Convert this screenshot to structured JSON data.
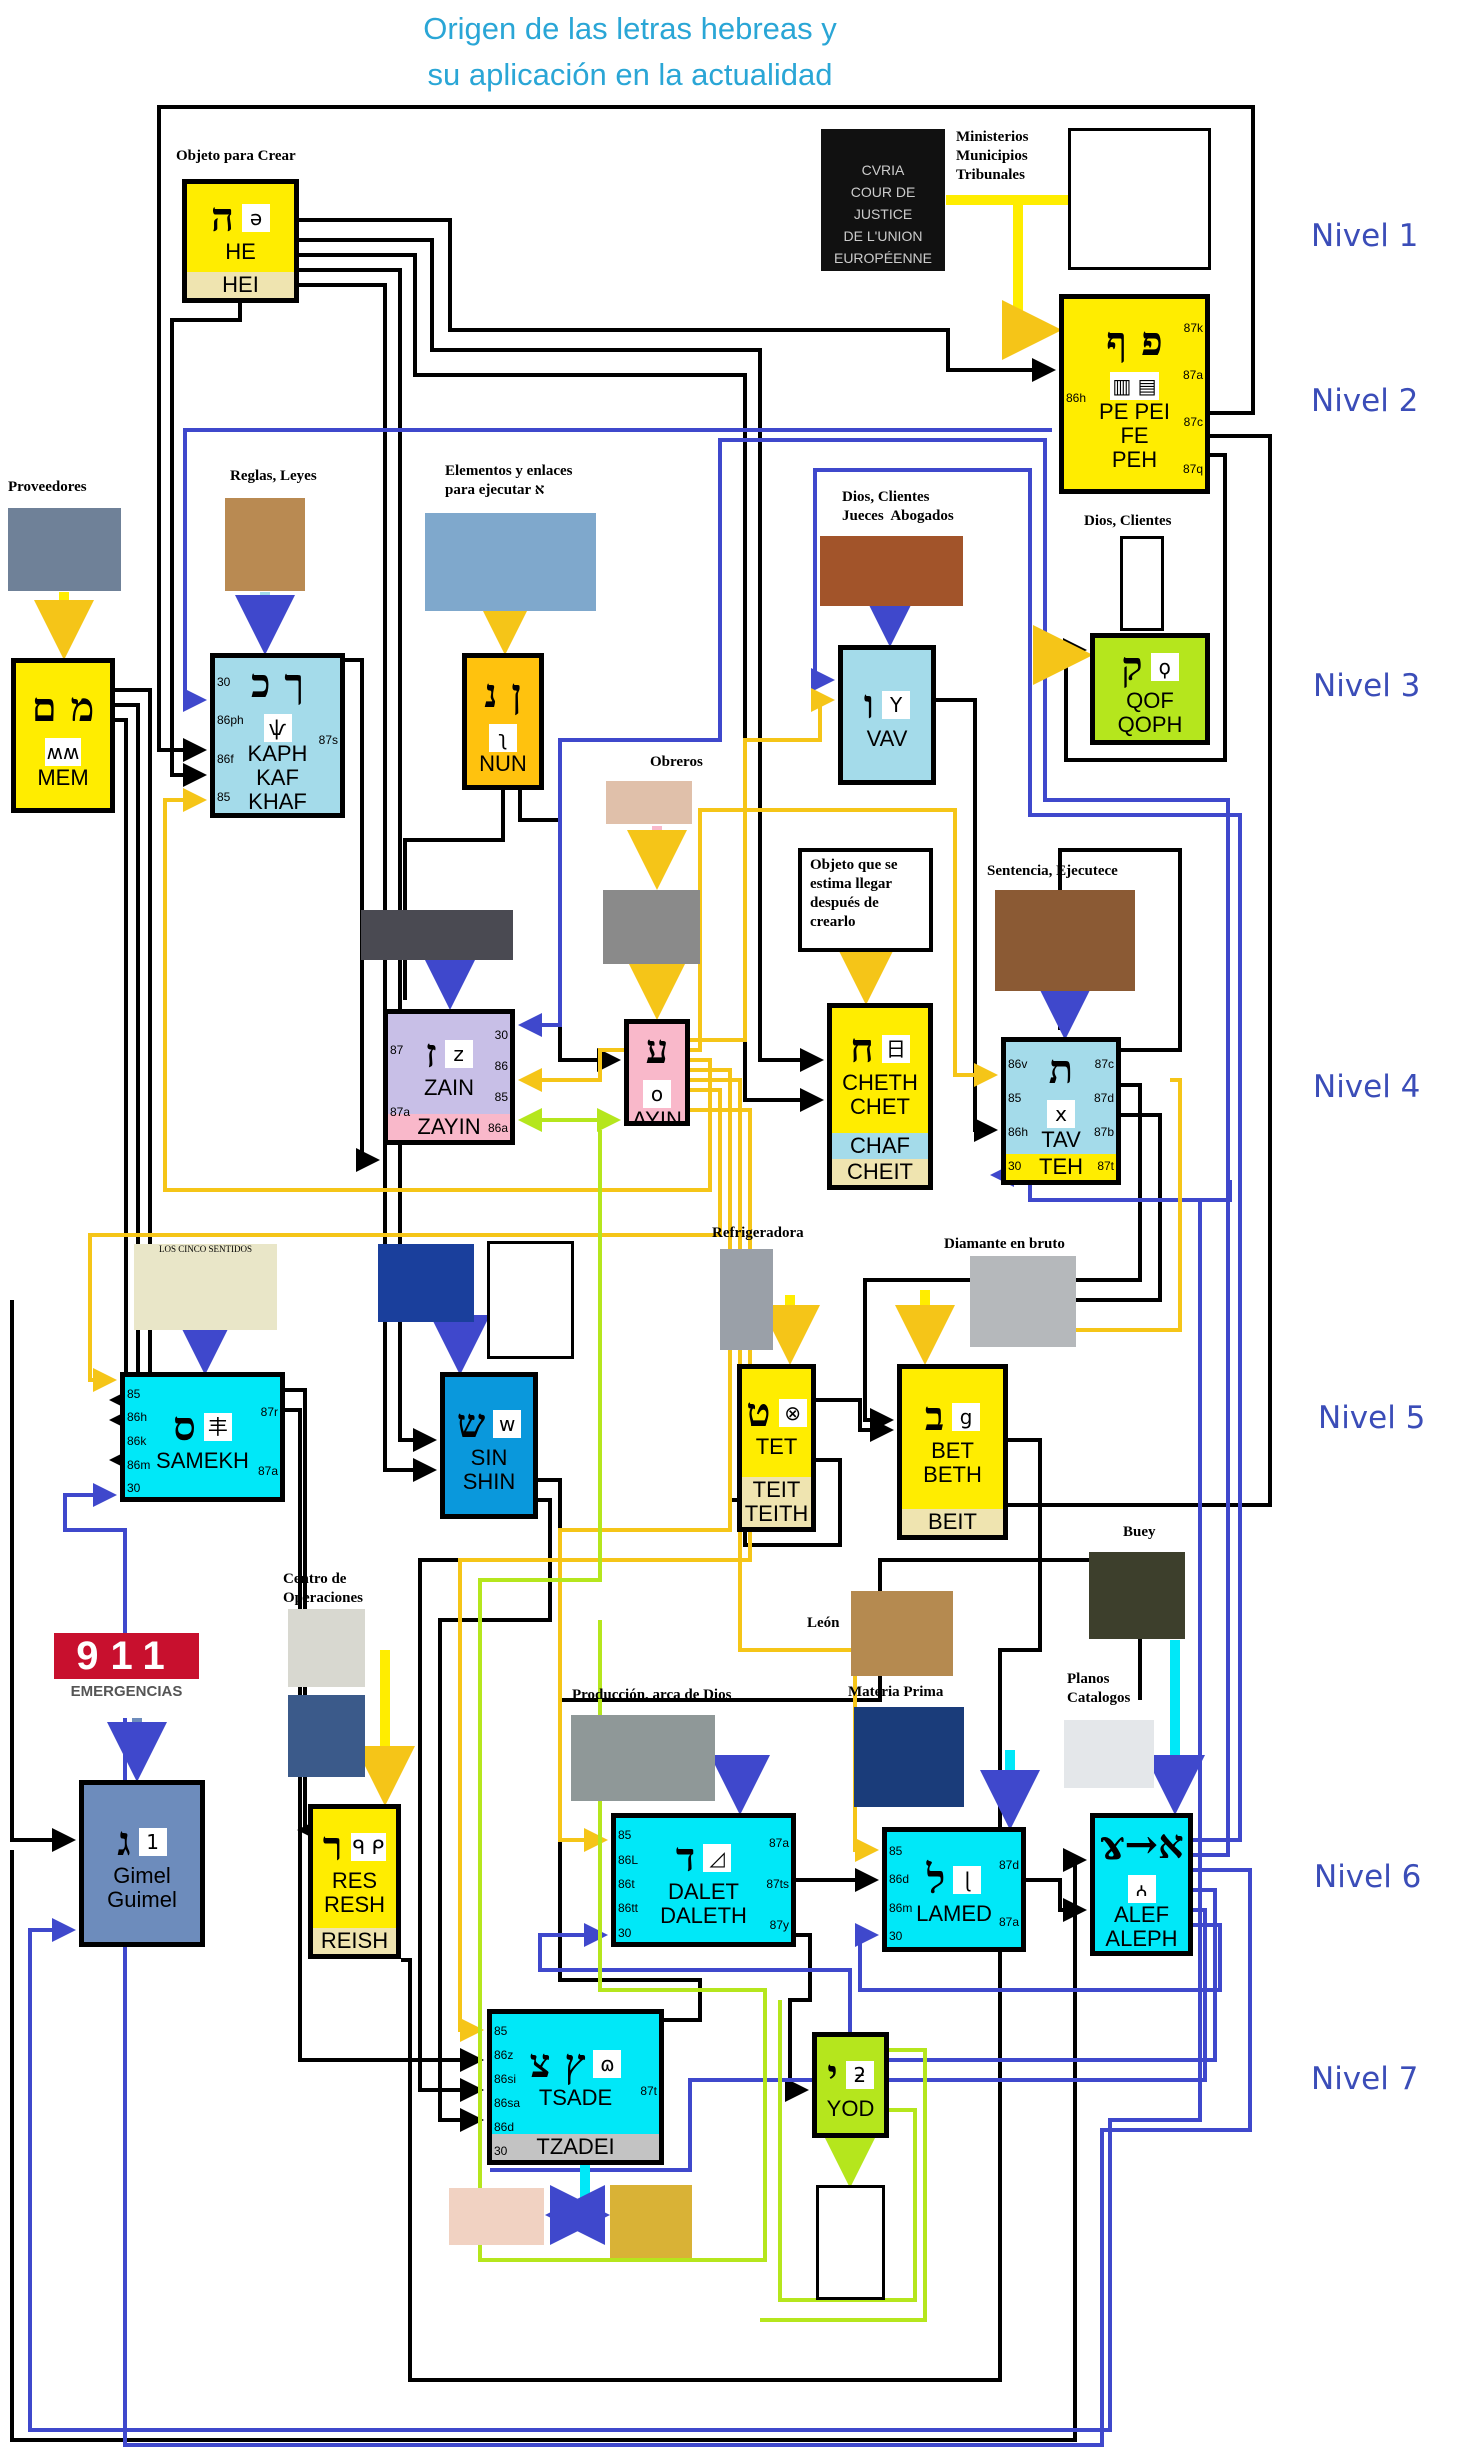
{
  "title": [
    "Origen de las letras hebreas y",
    "su aplicación en la actualidad"
  ],
  "levels": [
    "Nivel 1",
    "Nivel 2",
    "Nivel 3",
    "Nivel 4",
    "Nivel 5",
    "Nivel 6",
    "Nivel 7"
  ],
  "colors": {
    "yellow": "#ffed00",
    "light_blue": "#a4dbea",
    "cyan": "#00e8f8",
    "blue_shin": "#0a98dc",
    "lime": "#b5e61d",
    "lavender": "#c8bfe7",
    "pink": "#f9b8ca",
    "orange": "#ffc20e",
    "steel": "#6d8cbc",
    "beige": "#efe4b0",
    "grey": "#c3c3c3",
    "wire_blue": "#3f48cc",
    "wire_yellow": "#f5c518",
    "wire_green": "#b5e61d"
  },
  "letters": [
    {
      "id": "he",
      "hebrew": "ה",
      "pict": "ǝ",
      "pict_icon": "he-pictograph-icon",
      "color": "#ffed00",
      "names": [
        "HE"
      ],
      "bands": [
        {
          "names": [
            "HEI"
          ],
          "color": "#efe4b0"
        }
      ],
      "ports_left": [],
      "ports_right": []
    },
    {
      "id": "peh",
      "hebrew": "פ ף",
      "pict": "▥ ▤",
      "pict_icon": "barcode-icons",
      "color": "#ffed00",
      "names": [
        "PE PEI  FE",
        "PEH"
      ],
      "bands": [],
      "ports_left": [
        "86h"
      ],
      "ports_right": [
        "87k",
        "87a",
        "87c",
        "87q"
      ]
    },
    {
      "id": "mem",
      "hebrew": "מ ם",
      "pict": "ʍʍ",
      "pict_icon": "water-waves-icon",
      "color": "#ffed00",
      "names": [
        "MEM"
      ],
      "bands": [],
      "ports_left": [],
      "ports_right": []
    },
    {
      "id": "kaph",
      "hebrew": "ך כ",
      "pict": "ѱ",
      "pict_icon": "palm-hand-icon",
      "color": "#a4dbea",
      "names": [
        "KAPH",
        "KAF",
        "KHAF"
      ],
      "bands": [],
      "ports_left": [
        "30",
        "86ph",
        "86f",
        "85"
      ],
      "ports_right": [
        "87s"
      ]
    },
    {
      "id": "nun",
      "hebrew": "ן נ",
      "pict": "ʅ",
      "pict_icon": "seed-sprout-icon",
      "color": "#ffc20e",
      "names": [
        "NUN"
      ],
      "bands": [],
      "ports_left": [],
      "ports_right": []
    },
    {
      "id": "vav",
      "hebrew": "ו",
      "pict": "Y",
      "pict_icon": "hook-icon",
      "color": "#a4dbea",
      "names": [
        "VAV"
      ],
      "bands": [],
      "ports_left": [],
      "ports_right": []
    },
    {
      "id": "qof",
      "hebrew": "ק",
      "pict": "ϙ",
      "pict_icon": "sun-horizon-icon",
      "color": "#b5e61d",
      "names": [
        "QOF",
        "QOPH"
      ],
      "bands": [],
      "ports_left": [],
      "ports_right": []
    },
    {
      "id": "zain",
      "hebrew": "ז",
      "pict": "z",
      "pict_icon": "weapon-icon",
      "color": "#c8bfe7",
      "names": [
        "ZAIN"
      ],
      "bands": [
        {
          "names": [
            "ZAYIN"
          ],
          "color": "#f9b8ca"
        }
      ],
      "ports_left": [
        "87",
        "87a"
      ],
      "ports_right": [
        "30",
        "86",
        "85",
        "86a"
      ]
    },
    {
      "id": "ayin",
      "hebrew": "ע",
      "pict": "o",
      "pict_icon": "eye-icon",
      "color": "#f9b8ca",
      "names": [
        "AYIN"
      ],
      "bands": [],
      "ports_left": [],
      "ports_right": []
    },
    {
      "id": "cheth",
      "hebrew": "ח",
      "pict": "日",
      "pict_icon": "fence-icon",
      "color": "#ffed00",
      "names": [
        "CHETH",
        "CHET"
      ],
      "bands": [
        {
          "names": [
            "CHAF"
          ],
          "color": "#a4dbea"
        },
        {
          "names": [
            "CHEIT"
          ],
          "color": "#efe4b0"
        }
      ],
      "ports_left": [],
      "ports_right": []
    },
    {
      "id": "tav",
      "hebrew": "ת",
      "pict": "x",
      "pict_icon": "cross-mark-icon",
      "color": "#a4dbea",
      "names": [
        "TAV"
      ],
      "bands": [
        {
          "names": [
            "TEH"
          ],
          "color": "#ffed00"
        }
      ],
      "ports_left": [
        "86v",
        "85",
        "86h",
        "30"
      ],
      "ports_right": [
        "87c",
        "87d",
        "87b",
        "87t"
      ]
    },
    {
      "id": "samekh",
      "hebrew": "ס",
      "pict": "丰",
      "pict_icon": "support-pillar-icon",
      "color": "#00e8f8",
      "names": [
        "SAMEKH"
      ],
      "bands": [],
      "ports_left": [
        "85",
        "86h",
        "86k",
        "86m",
        "30"
      ],
      "ports_right": [
        "87r",
        "87a"
      ]
    },
    {
      "id": "shin",
      "hebrew": "ש",
      "pict": "w",
      "pict_icon": "teeth-icon",
      "color": "#0a98dc",
      "names": [
        "SIN",
        "SHIN"
      ],
      "bands": [],
      "ports_left": [],
      "ports_right": []
    },
    {
      "id": "tet",
      "hebrew": "ט",
      "pict": "⊗",
      "pict_icon": "basket-icon",
      "color": "#ffed00",
      "names": [
        "TET"
      ],
      "bands": [
        {
          "names": [
            "TEIT",
            "TEITH"
          ],
          "color": "#efe4b0"
        }
      ],
      "ports_left": [],
      "ports_right": []
    },
    {
      "id": "bet",
      "hebrew": "ב",
      "pict": "ց",
      "pict_icon": "house-icon",
      "color": "#ffed00",
      "names": [
        "BET",
        "BETH"
      ],
      "bands": [
        {
          "names": [
            "BEIT"
          ],
          "color": "#efe4b0"
        }
      ],
      "ports_left": [],
      "ports_right": []
    },
    {
      "id": "gimel",
      "hebrew": "ג",
      "pict": "1",
      "pict_icon": "camel-icon",
      "color": "#6d8cbc",
      "names": [
        "Gimel",
        "Guimel"
      ],
      "bands": [],
      "ports_left": [],
      "ports_right": []
    },
    {
      "id": "resh",
      "hebrew": "ר",
      "pict": "ᑫ ᑭ",
      "pict_icon": "head-icon",
      "color": "#ffed00",
      "names": [
        "RES",
        "RESH"
      ],
      "bands": [
        {
          "names": [
            "REISH"
          ],
          "color": "#efe4b0"
        }
      ],
      "ports_left": [],
      "ports_right": []
    },
    {
      "id": "dalet",
      "hebrew": "ד",
      "pict": "◿",
      "pict_icon": "door-triangle-icon",
      "color": "#00e8f8",
      "names": [
        "DALET",
        "DALETH"
      ],
      "bands": [],
      "ports_left": [
        "85",
        "86L",
        "86t",
        "86tt",
        "30"
      ],
      "ports_right": [
        "87a",
        "87ts",
        "87y"
      ]
    },
    {
      "id": "lamed",
      "hebrew": "ל",
      "pict": "ɭ",
      "pict_icon": "staff-icon",
      "color": "#00e8f8",
      "names": [
        "LAMED"
      ],
      "bands": [],
      "ports_left": [
        "85",
        "86d",
        "86m",
        "30"
      ],
      "ports_right": [
        "87d",
        "87a"
      ]
    },
    {
      "id": "alef",
      "hebrew": "ɤ→א",
      "pict": "ꭅ",
      "pict_icon": "ox-head-icon",
      "color": "#00e8f8",
      "names": [
        "ALEF",
        "ALEPH"
      ],
      "bands": [],
      "ports_left": [],
      "ports_right": []
    },
    {
      "id": "tsade",
      "hebrew": "ץ צ",
      "pict": "ɷ",
      "pict_icon": "fish-hook-icon",
      "color": "#00e8f8",
      "names": [
        "TSADE"
      ],
      "bands": [
        {
          "names": [
            "TZADEI"
          ],
          "color": "#c3c3c3"
        }
      ],
      "ports_left": [
        "85",
        "86z",
        "86si",
        "86sa",
        "86d",
        "30"
      ],
      "ports_right": [
        "87t"
      ]
    },
    {
      "id": "yod",
      "hebrew": "י",
      "pict": "ƻ",
      "pict_icon": "arm-hand-icon",
      "color": "#b5e61d",
      "names": [
        "YOD"
      ],
      "bands": [],
      "ports_left": [],
      "ports_right": []
    }
  ],
  "captions": {
    "objeto_crear": "Objeto para Crear",
    "ministerios": "Ministerios\nMunicipios\nTribunales",
    "proveedores": "Proveedores",
    "reglas": "Reglas, Leyes",
    "elementos": "Elementos y enlaces\npara ejecutar א",
    "dios_jueces": "Dios, Clientes\nJueces  Abogados",
    "dios_clientes": "Dios, Clientes",
    "obreros": "Obreros",
    "objeto_estima": "Objeto que se estima llegar después de crearlo",
    "sentencia": "Sentencia, Ejecutece",
    "refrigeradora": "Refrigeradora",
    "diamante": "Diamante en bruto",
    "buey": "Buey",
    "planos": "Planos\nCatalogos",
    "leon": "León",
    "materia": "Materia Prima",
    "produccion": "Producción, arca de Dios",
    "centro": "Centro de\nOperaciones"
  },
  "logos": {
    "court": [
      "CVRIA",
      "COUR DE JUSTICE",
      "DE L'UNION",
      "EUROPÉENNE"
    ],
    "emergency": [
      "911",
      "EMERGENCIAS"
    ],
    "senses": "LOS CINCO SENTIDOS"
  }
}
